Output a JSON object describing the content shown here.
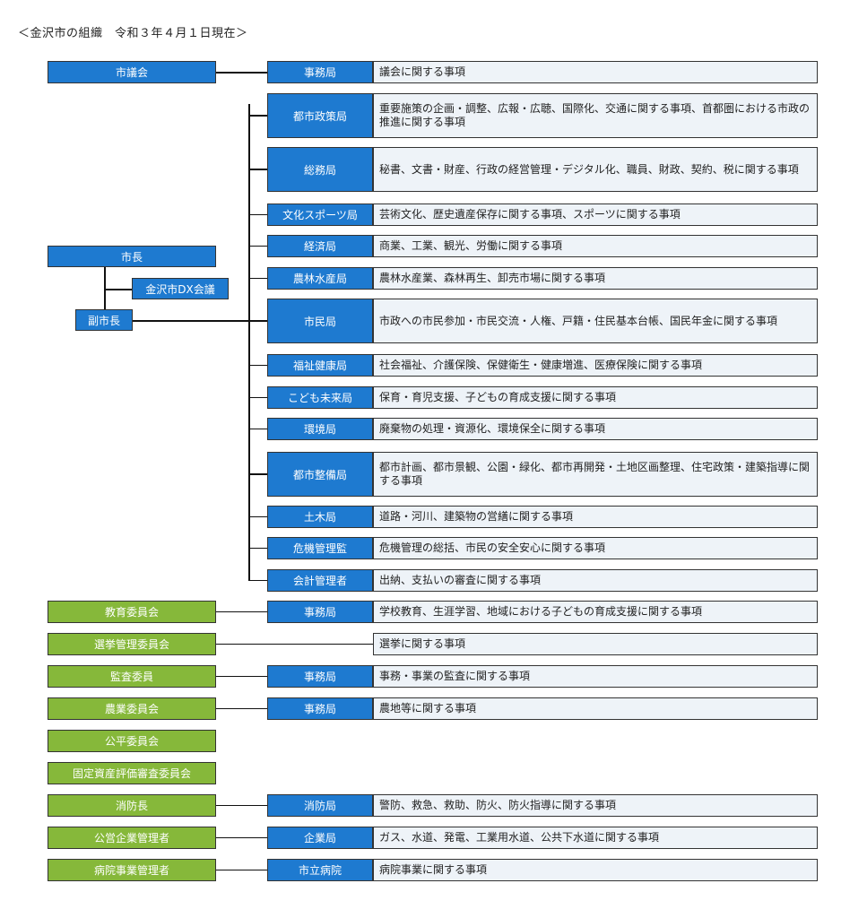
{
  "title": "＜金沢市の組織　令和３年４月１日現在＞",
  "colors": {
    "executive_blue": "#1e7ad0",
    "committee_green": "#86b83a",
    "description_bg": "#eef3f8"
  },
  "executive": {
    "council": "市議会",
    "council_office": "事務局",
    "council_office_desc": "議会に関する事項",
    "mayor": "市長",
    "dx_council": "金沢市DX会議",
    "deputy_mayor": "副市長"
  },
  "departments": [
    {
      "name": "都市政策局",
      "desc": "重要施策の企画・調整、広報・広聴、国際化、交通に関する事項、首都圏における市政の推進に関する事項"
    },
    {
      "name": "総務局",
      "desc": "秘書、文書・財産、行政の経営管理・デジタル化、職員、財政、契約、税に関する事項"
    },
    {
      "name": "文化スポーツ局",
      "desc": "芸術文化、歴史遺産保存に関する事項、スポーツに関する事項"
    },
    {
      "name": "経済局",
      "desc": "商業、工業、観光、労働に関する事項"
    },
    {
      "name": "農林水産局",
      "desc": "農林水産業、森林再生、卸売市場に関する事項"
    },
    {
      "name": "市民局",
      "desc": "市政への市民参加・市民交流・人権、戸籍・住民基本台帳、国民年金に関する事項"
    },
    {
      "name": "福祉健康局",
      "desc": "社会福祉、介護保険、保健衛生・健康増進、医療保険に関する事項"
    },
    {
      "name": "こども未来局",
      "desc": "保育・育児支援、子どもの育成支援に関する事項"
    },
    {
      "name": "環境局",
      "desc": "廃棄物の処理・資源化、環境保全に関する事項"
    },
    {
      "name": "都市整備局",
      "desc": "都市計画、都市景観、公園・緑化、都市再開発・土地区画整理、住宅政策・建築指導に関する事項"
    },
    {
      "name": "土木局",
      "desc": "道路・河川、建築物の営繕に関する事項"
    },
    {
      "name": "危機管理監",
      "desc": "危機管理の総括、市民の安全安心に関する事項"
    },
    {
      "name": "会計管理者",
      "desc": "出納、支払いの審査に関する事項"
    }
  ],
  "committees": [
    {
      "name": "教育委員会",
      "office": "事務局",
      "desc": "学校教育、生涯学習、地域における子どもの育成支援に関する事項"
    },
    {
      "name": "選挙管理委員会",
      "office": "",
      "desc": "選挙に関する事項"
    },
    {
      "name": "監査委員",
      "office": "事務局",
      "desc": "事務・事業の監査に関する事項"
    },
    {
      "name": "農業委員会",
      "office": "事務局",
      "desc": "農地等に関する事項"
    },
    {
      "name": "公平委員会",
      "office": "",
      "desc": ""
    },
    {
      "name": "固定資産評価審査委員会",
      "office": "",
      "desc": ""
    },
    {
      "name": "消防長",
      "office": "消防局",
      "desc": "警防、救急、救助、防火、防火指導に関する事項"
    },
    {
      "name": "公営企業管理者",
      "office": "企業局",
      "desc": "ガス、水道、発電、工業用水道、公共下水道に関する事項"
    },
    {
      "name": "病院事業管理者",
      "office": "市立病院",
      "desc": "病院事業に関する事項"
    }
  ]
}
